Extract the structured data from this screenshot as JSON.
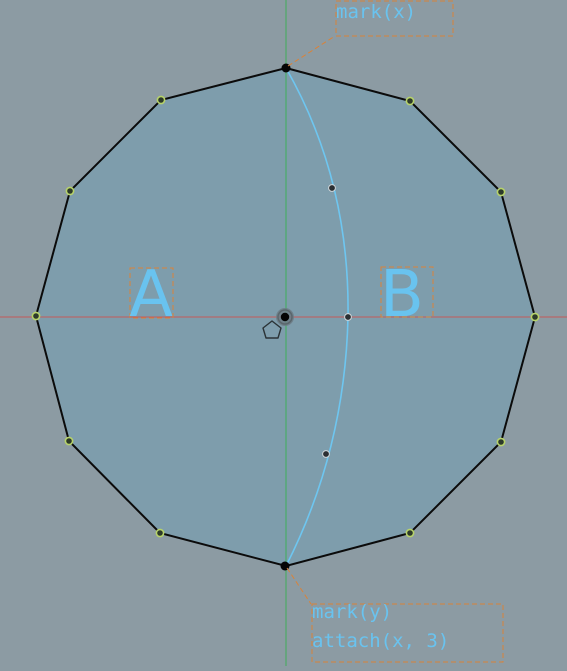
{
  "colors": {
    "background": "#8c9ba3",
    "shape_fill": "#7e9dac",
    "outline": "#0b0b0b",
    "axis_x": "#c45a5a",
    "axis_y": "#3fae5a",
    "curve": "#6ec6f0",
    "label_text": "#69c3ef",
    "annotation_box": "#d9833a",
    "vertex_marker": "#b7d36a"
  },
  "canvas": {
    "region_a_label": "A",
    "region_b_label": "B",
    "top_annotation": "mark(x)",
    "bottom_annotation_line1": "mark(y)",
    "bottom_annotation_line2": "attach(x, 3)",
    "origin_icon": "pentagon-icon",
    "origin_marker": "origin-point-icon"
  }
}
